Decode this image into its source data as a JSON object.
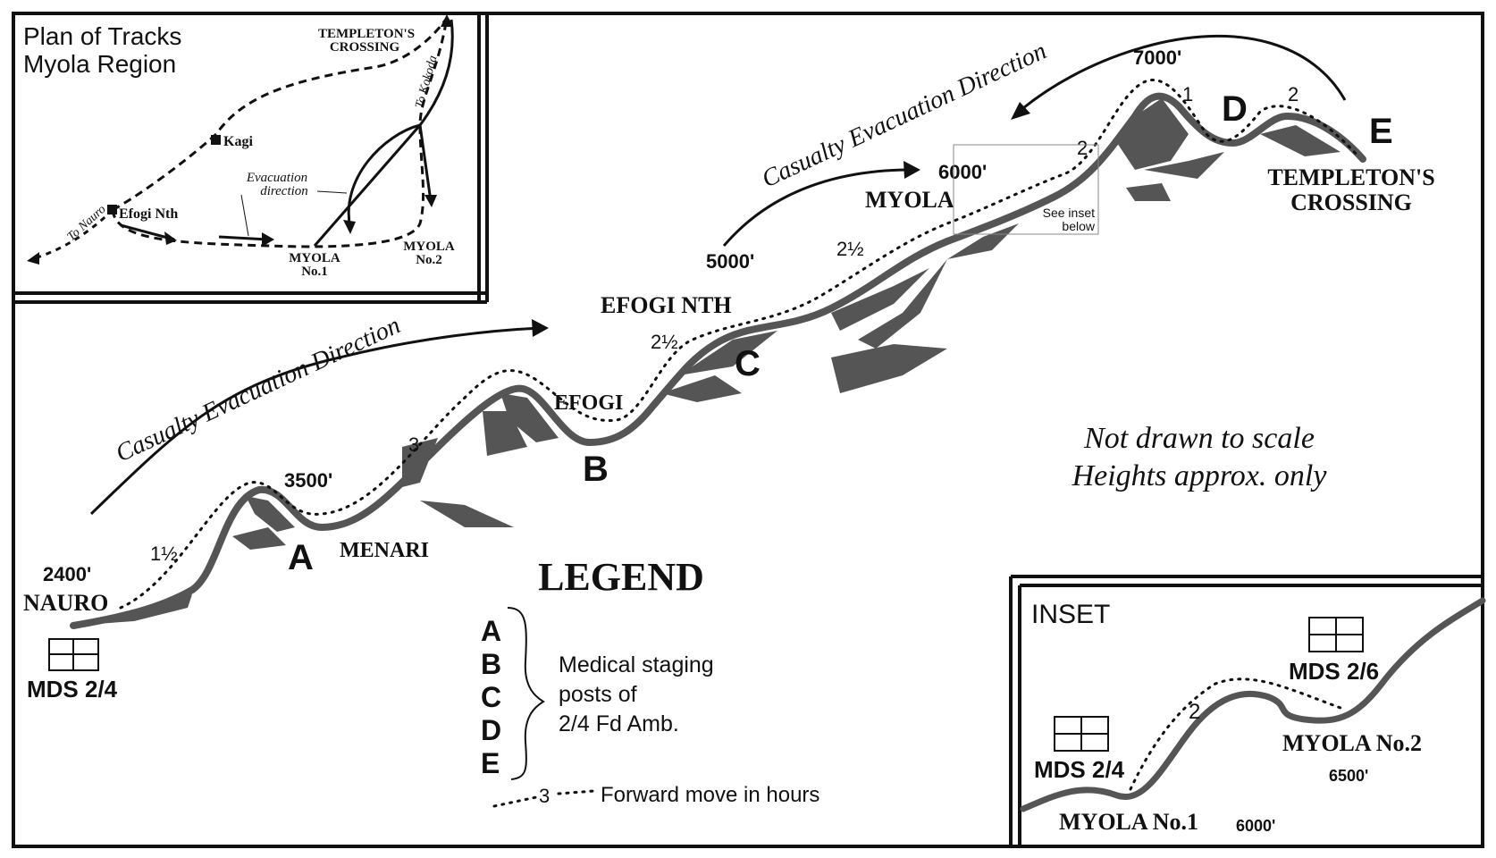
{
  "inset_map": {
    "title_line1": "Plan of Tracks",
    "title_line2": "Myola Region",
    "templetons_line1": "TEMPLETON'S",
    "templetons_line2": "CROSSING",
    "kagi": "Kagi",
    "efogi_nth": "Efogi Nth",
    "to_nauro": "To Nauro",
    "to_kokoda": "To Kokoda",
    "evac_line1": "Evacuation",
    "evac_line2": "direction",
    "myola1_line1": "MYOLA",
    "myola1_line2": "No.1",
    "myola2_line1": "MYOLA",
    "myola2_line2": "No.2"
  },
  "profile": {
    "evac_direction": "Casualty Evacuation Direction",
    "heights": {
      "nauro": "2400'",
      "menari": "3500'",
      "efogi_nth": "5000'",
      "myola": "6000'",
      "peak": "7000'"
    },
    "places": {
      "nauro": "NAURO",
      "menari": "MENARI",
      "efogi": "EFOGI",
      "efogi_nth": "EFOGI NTH",
      "myola": "MYOLA",
      "templetons_line1": "TEMPLETON'S",
      "templetons_line2": "CROSSING"
    },
    "posts": {
      "a": "A",
      "b": "B",
      "c": "C",
      "d": "D",
      "e": "E"
    },
    "hours": {
      "h1": "1½",
      "h2": "3",
      "h3": "2½",
      "h4": "2½",
      "h5": "2",
      "h6": "1",
      "h7": "2"
    },
    "mds_nauro": "MDS 2/4",
    "see_inset_line1": "See inset",
    "see_inset_line2": "below",
    "note_line1": "Not drawn to scale",
    "note_line2": "Heights approx. only"
  },
  "legend": {
    "title": "LEGEND",
    "letters": [
      "A",
      "B",
      "C",
      "D",
      "E"
    ],
    "staging_line1": "Medical staging",
    "staging_line2": "posts of",
    "staging_line3": "2/4 Fd Amb.",
    "forward_hours": "3",
    "forward_text": "Forward move in hours"
  },
  "inset": {
    "title": "INSET",
    "mds_left": "MDS 2/4",
    "mds_right": "MDS 2/6",
    "hours": "2",
    "myola1": "MYOLA No.1",
    "myola1_height": "6000'",
    "myola2": "MYOLA No.2",
    "myola2_height": "6500'"
  },
  "colors": {
    "ink": "#111111",
    "terrain": "#555555"
  }
}
